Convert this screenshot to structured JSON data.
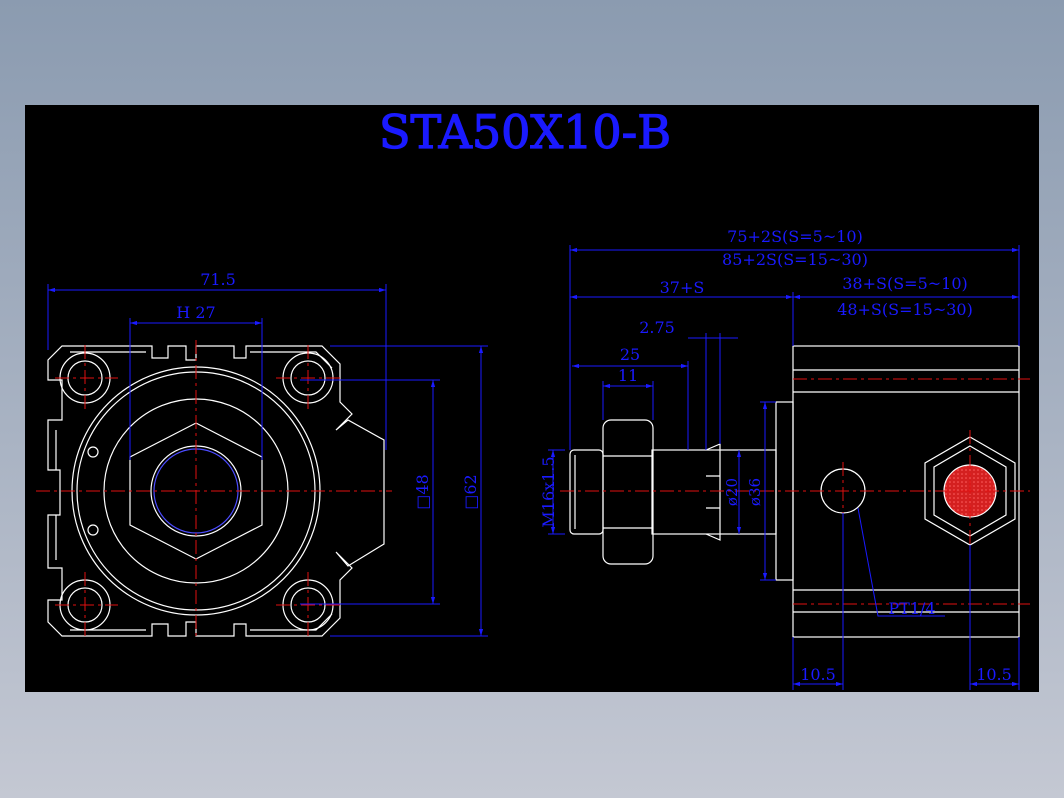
{
  "drawing": {
    "title": "STA50X10-B",
    "colors": {
      "background": "#000000",
      "outline": "#ffffff",
      "dimension": "#1a1aff",
      "centerline": "#e01010",
      "port": "#d42020"
    },
    "front_view": {
      "width_label": "71.5",
      "hex_label": "H 27",
      "bore_label": "□48",
      "height_label": "□62"
    },
    "side_view": {
      "total_label_1": "75+2S(S=5~10)",
      "total_label_2": "85+2S(S=15~30)",
      "rod_label": "37+S",
      "body_label_1": "38+S(S=5~10)",
      "body_label_2": "48+S(S=15~30)",
      "dim_275": "2.75",
      "dim_25": "25",
      "dim_11": "11",
      "thread_label": "M16x1.5",
      "rod_dia_label": "ø20",
      "boss_dia_label": "ø36",
      "port_label": "PT1/4",
      "left_offset_label": "10.5",
      "right_offset_label": "10.5"
    }
  }
}
